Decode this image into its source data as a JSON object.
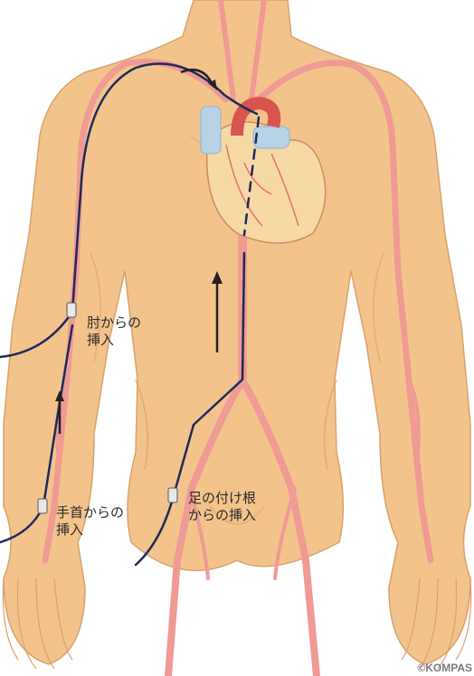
{
  "labels": {
    "elbow": [
      "肘からの",
      "挿入"
    ],
    "wrist": [
      "手首からの",
      "挿入"
    ],
    "groin": [
      "足の付け根",
      "からの挿入"
    ]
  },
  "copyright": "©KOMPAS",
  "colors": {
    "skin": "#f2c48c",
    "skin_shade": "#e6ad72",
    "artery": "#ef9a95",
    "artery_dark": "#d9534f",
    "catheter": "#1f2a5a",
    "heart": "#f7d9a6",
    "vein_blue": "#b9d3e6"
  }
}
